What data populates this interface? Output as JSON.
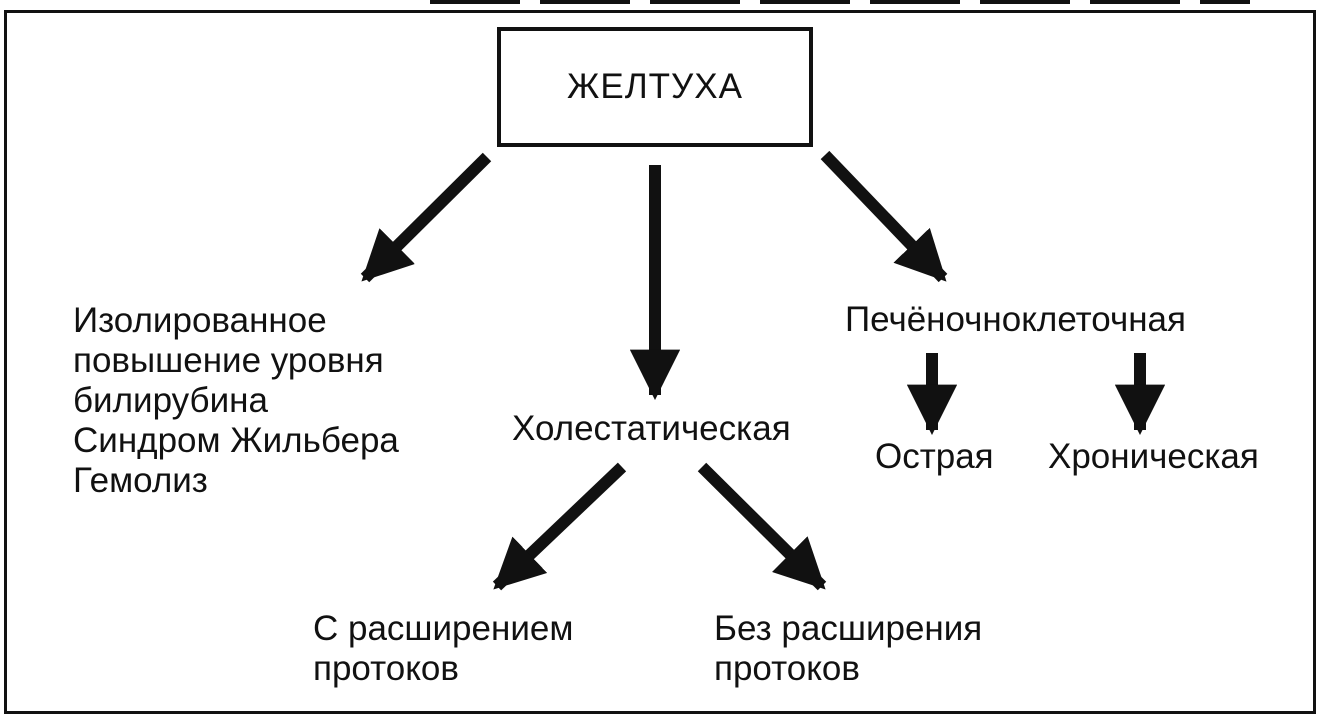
{
  "diagram": {
    "root": "ЖЕЛТУХА",
    "branches": {
      "isolated": {
        "lines": [
          "Изолированное",
          "повышение уровня",
          "билирубина",
          "Синдром Жильбера",
          "Гемолиз"
        ]
      },
      "cholestatic": {
        "label": "Холестатическая",
        "children": {
          "dilated": {
            "lines": [
              "С расширением",
              "протоков"
            ]
          },
          "not_dilated": {
            "lines": [
              "Без расширения",
              "протоков"
            ]
          }
        }
      },
      "hepatocellular": {
        "label": "Печёночноклеточная",
        "children": {
          "acute": {
            "label": "Острая"
          },
          "chronic": {
            "label": "Хроническая"
          }
        }
      }
    }
  }
}
